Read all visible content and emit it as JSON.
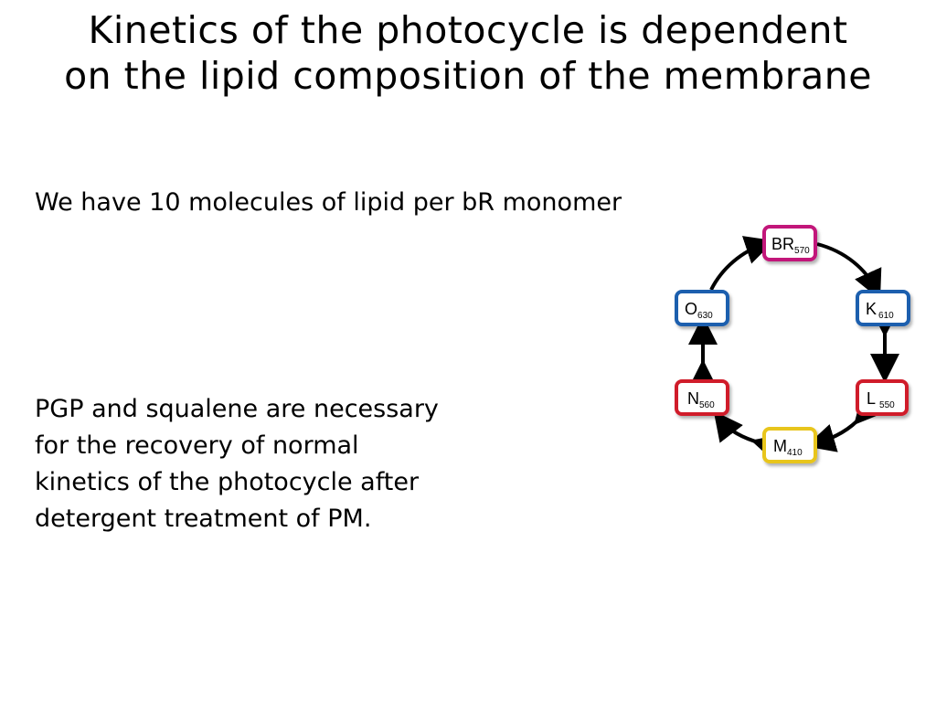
{
  "slide": {
    "title_lines": [
      "Kinetics of the photocycle is dependent",
      "on the lipid composition of the membrane"
    ],
    "subtitle": "We have 10 molecules of lipid per bR monomer",
    "body_lines": [
      "PGP and squalene  are necessary",
      "for the recovery of normal",
      "kinetics of the photocycle after",
      "detergent treatment of PM."
    ]
  },
  "photocycle": {
    "nodes": [
      {
        "id": "BR",
        "label": "BR",
        "sub": "570",
        "color": "#c2187a"
      },
      {
        "id": "K",
        "label": "K",
        "sub": "610",
        "color": "#1f5fae"
      },
      {
        "id": "L",
        "label": "L",
        "sub": "550",
        "color": "#d01b2c"
      },
      {
        "id": "M",
        "label": "M",
        "sub": "410",
        "color": "#e8c51a"
      },
      {
        "id": "N",
        "label": "N",
        "sub": "560",
        "color": "#d01b2c"
      },
      {
        "id": "O",
        "label": "O",
        "sub": "630",
        "color": "#1f5fae"
      }
    ]
  }
}
